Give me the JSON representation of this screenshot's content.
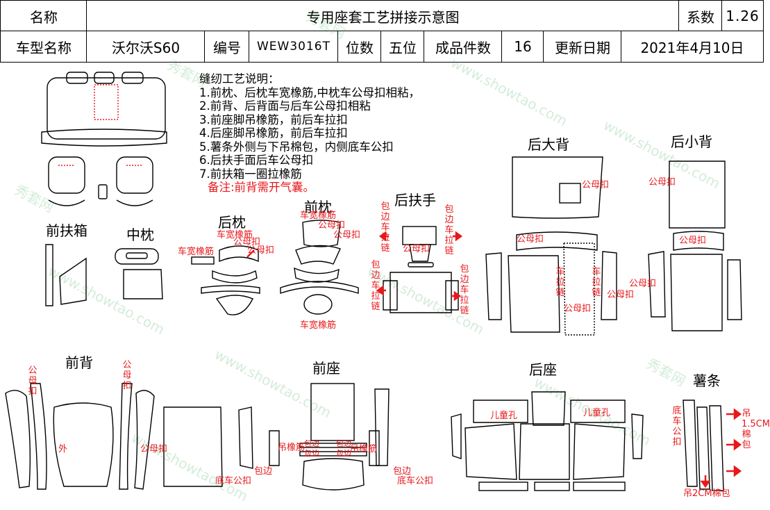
{
  "header": {
    "name_label": "名称",
    "title": "专用座套工艺拼接示意图",
    "coef_label": "系数",
    "coef_value": "1.26",
    "model_label": "车型名称",
    "model_value": "沃尔沃S60",
    "code_label": "编号",
    "code_value": "WEW3016T",
    "seats_label": "位数",
    "seats_value": "五位",
    "pieces_label": "成品件数",
    "pieces_value": "16",
    "update_label": "更新日期",
    "update_value": "2021年4月10日"
  },
  "notes": {
    "title": "缝纫工艺说明：",
    "lines": [
      "1.前枕、后枕车宽橡筋,中枕车公母扣相粘，",
      "2.前背、后背面与后车公母扣相粘",
      "3.前座脚吊橡筋，前后车拉扣",
      "4.后座脚吊橡筋，前后车拉扣",
      "5.薯条外侧与下吊棉包，内侧底车公扣",
      "6.后扶手面后车公母扣",
      "7.前扶箱一圈拉橡筋"
    ],
    "remark": "备注:前背需开气囊。"
  },
  "sections": {
    "front_armrest_box": "前扶箱",
    "middle_pillow": "中枕",
    "rear_pillow": "后枕",
    "front_pillow": "前枕",
    "rear_armrest": "后扶手",
    "rear_big_back": "后大背",
    "rear_small_back": "后小背",
    "front_back": "前背",
    "front_seat": "前座",
    "rear_seat": "后座",
    "fries": "薯条"
  },
  "annotations": {
    "wide_elastic": "车宽橡筋",
    "snap": "公母扣",
    "edge_zipper": "包边车拉链",
    "zip": "车拉链",
    "outer": "外",
    "hang_elastic": "吊橡筋",
    "edge": "包边",
    "bottom_snap": "底车公扣",
    "child_hole": "儿童孔",
    "bottom_snap_v": "底车公扣",
    "hang_1_5": "吊1.5CM棉包",
    "hang_2": "吊2CM棉包"
  },
  "watermark": {
    "brand": "秀套网",
    "site": "www.showtao.com"
  },
  "colors": {
    "annotation": "#e8181b",
    "line": "#000000",
    "watermark": "#3caa50"
  }
}
